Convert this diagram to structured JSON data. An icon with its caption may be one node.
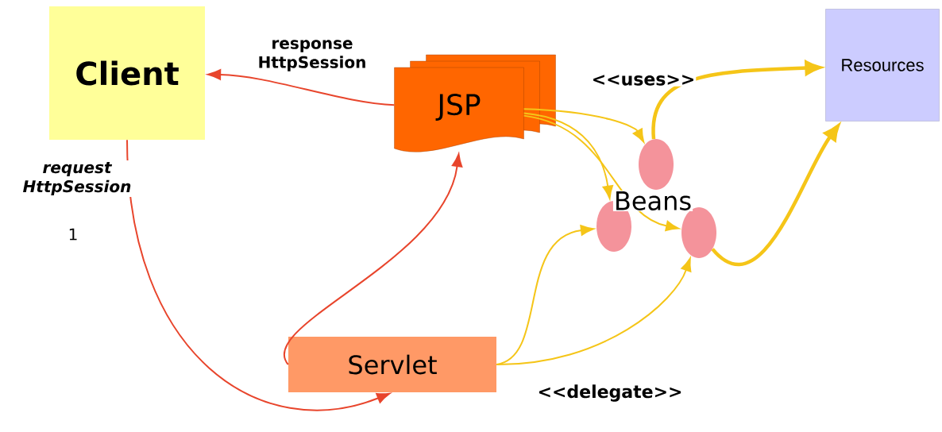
{
  "diagram": {
    "nodes": [
      {
        "text": [
          "Client"
        ]
      },
      {
        "text": [
          "JSP"
        ]
      },
      {
        "text": [
          "Resources"
        ]
      },
      {
        "text": [],
        "shape": "circle"
      },
      {
        "text": [],
        "shape": "circle"
      },
      {
        "text": [],
        "shape": "circle"
      },
      {
        "text": [
          "Servlet"
        ]
      }
    ],
    "edges": [
      {
        "from": 1,
        "to": 0,
        "arrow": "to",
        "label": "response HttpSession",
        "color": "#e8452c"
      },
      {
        "from": 0,
        "to": 6,
        "arrow": "to",
        "label": "request HttpSession",
        "color": "#e8452c"
      },
      {
        "from": 6,
        "to": 1,
        "arrow": "to",
        "color": "#e8452c"
      },
      {
        "from": 1,
        "to": 3,
        "arrow": "to"
      },
      {
        "from": 1,
        "to": 4,
        "arrow": "to"
      },
      {
        "from": 1,
        "to": 5,
        "arrow": "to"
      },
      {
        "from": 3,
        "to": 2,
        "arrow": "to",
        "style": "thick"
      },
      {
        "from": 5,
        "to": 2,
        "arrow": "to",
        "style": "thick"
      },
      {
        "from": 6,
        "to": 4,
        "arrow": "to"
      },
      {
        "from": 6,
        "to": 5,
        "arrow": "to"
      }
    ],
    "labels": [
      "1",
      "<<uses>>",
      "Beans",
      "<<delegate>>"
    ]
  }
}
